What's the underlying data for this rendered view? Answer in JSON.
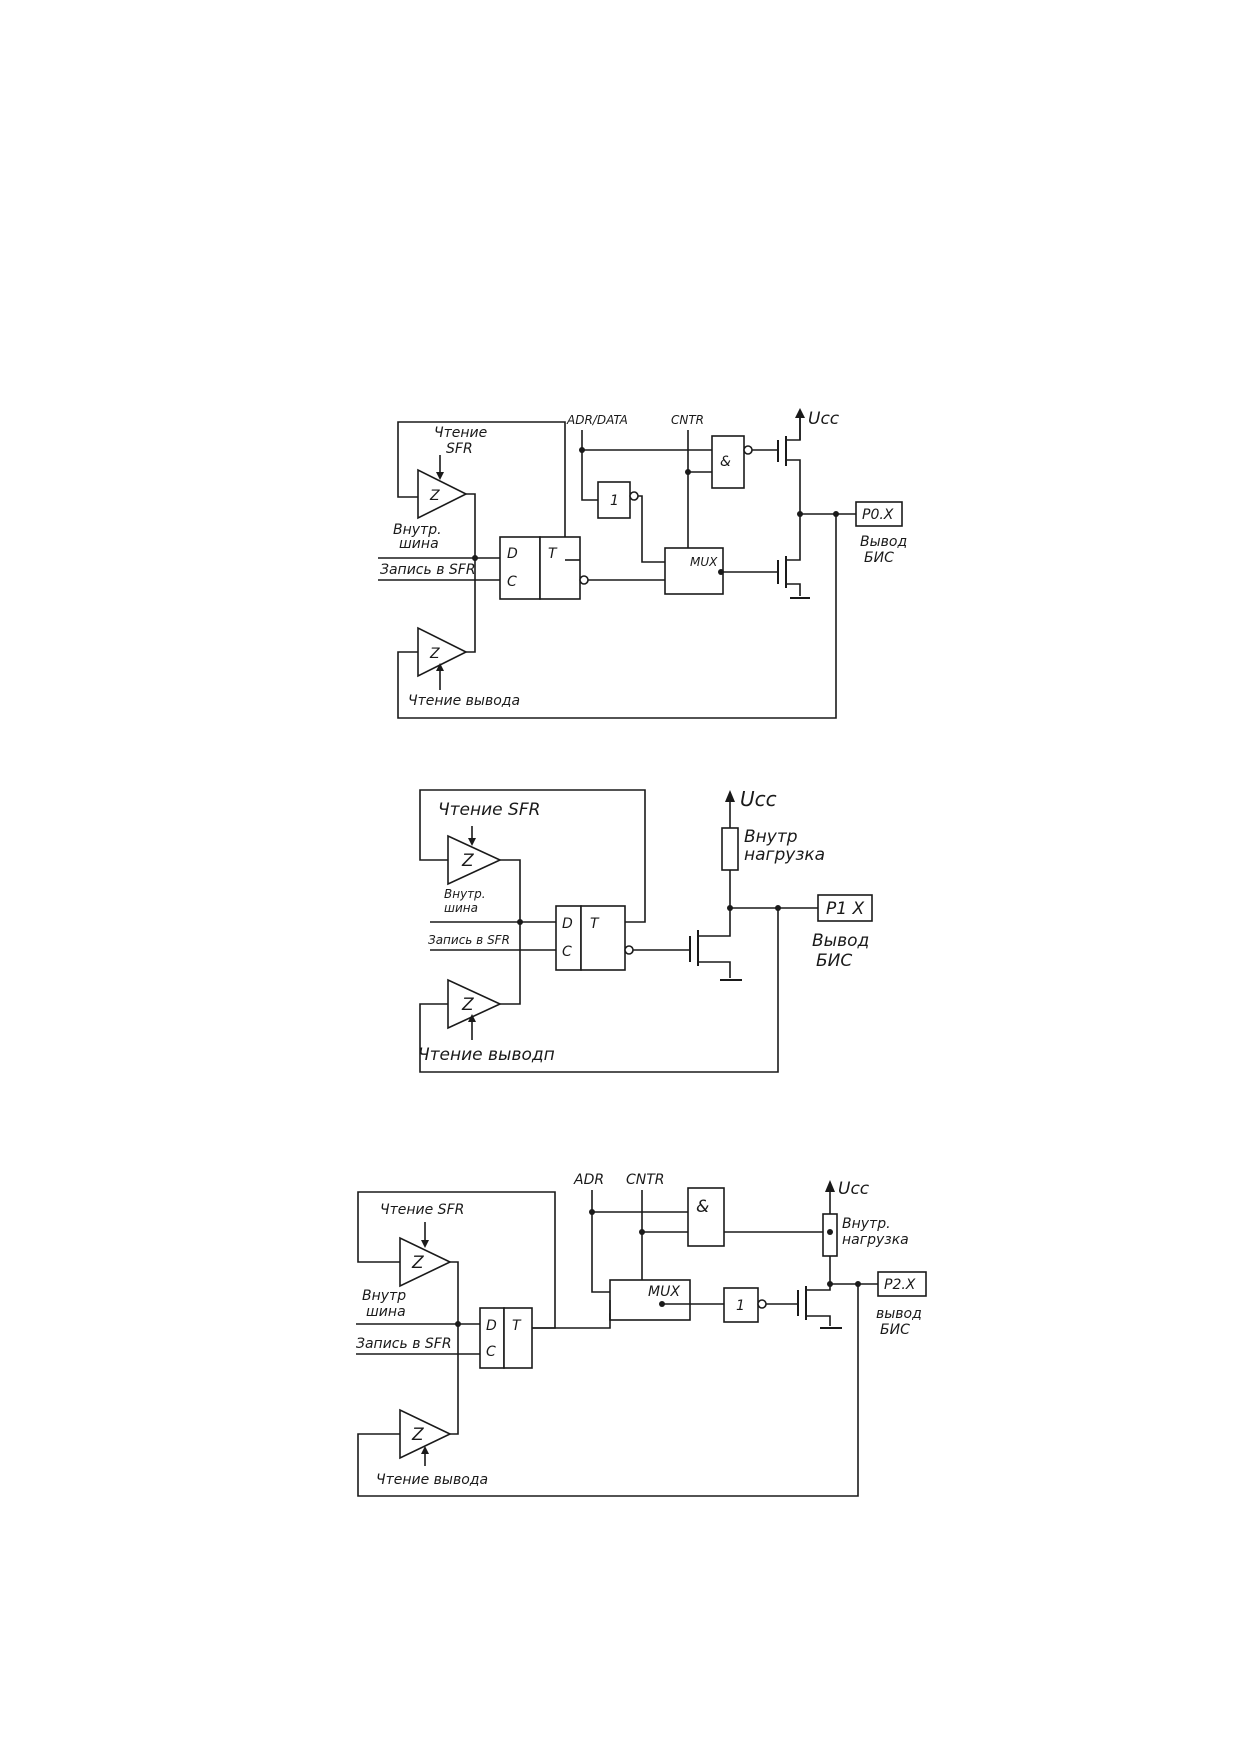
{
  "diagram1": {
    "adr_data": "ADR/DATA",
    "cntr": "CNTR",
    "ucc": "Ucc",
    "read_sfr_1": "Чтение",
    "read_sfr_2": "SFR",
    "buf_top": "Z",
    "buf_bottom": "Z",
    "internal_bus_1": "Внутр.",
    "internal_bus_2": "шина",
    "write_sfr": "Запись в SFR",
    "read_pin": "Чтение вывода",
    "ff_d": "D",
    "ff_c": "C",
    "ff_t": "T",
    "inv": "1",
    "and_gate": "&",
    "mux": "MUX",
    "pin_box": "P0.X",
    "pin_label_1": "Вывод",
    "pin_label_2": "БИС"
  },
  "diagram2": {
    "ucc": "Ucc",
    "read_sfr": "Чтение SFR",
    "buf_top": "Z",
    "buf_bottom": "Z",
    "internal_bus_1": "Внутр.",
    "internal_bus_2": "шина",
    "write_sfr": "Запись в SFR",
    "read_pin": "Чтение выводп",
    "ff_d": "D",
    "ff_c": "C",
    "ff_t": "T",
    "load_1": "Внутр",
    "load_2": "нагрузка",
    "pin_box": "P1 X",
    "pin_label_1": "Вывод",
    "pin_label_2": "БИС"
  },
  "diagram3": {
    "adr": "ADR",
    "cntr": "CNTR",
    "ucc": "Ucc",
    "read_sfr": "Чтение SFR",
    "buf_top": "Z",
    "buf_bottom": "Z",
    "internal_bus_1": "Внутр",
    "internal_bus_2": "шина",
    "write_sfr": "Запись в SFR",
    "read_pin": "Чтение вывода",
    "ff_d": "D",
    "ff_c": "C",
    "ff_t": "T",
    "and_gate": "&",
    "mux": "MUX",
    "inv": "1",
    "load_1": "Внутр.",
    "load_2": "нагрузка",
    "pin_box": "P2.X",
    "pin_label_1": "вывод",
    "pin_label_2": "БИС"
  }
}
